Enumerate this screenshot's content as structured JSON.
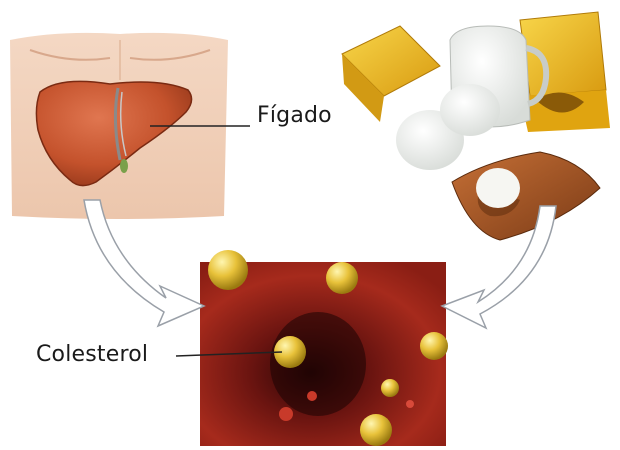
{
  "labels": {
    "liver": "Fígado",
    "cholesterol": "Colesterol"
  },
  "colors": {
    "skin": "#f0d0b8",
    "liver": "#c8552e",
    "artery_dark": "#5a0e0a",
    "artery_mid": "#a8281a",
    "droplet": "#e8c23a",
    "cheese": "#f2c11e",
    "milk": "#f6f6f2",
    "cake": "#a8582a",
    "arrow_fill": "#ffffff",
    "arrow_stroke": "#9aa0a8"
  },
  "icons": [
    "torso-with-liver-image",
    "dairy-foods-image",
    "artery-with-cholesterol-image",
    "curved-arrow-left",
    "curved-arrow-right"
  ]
}
